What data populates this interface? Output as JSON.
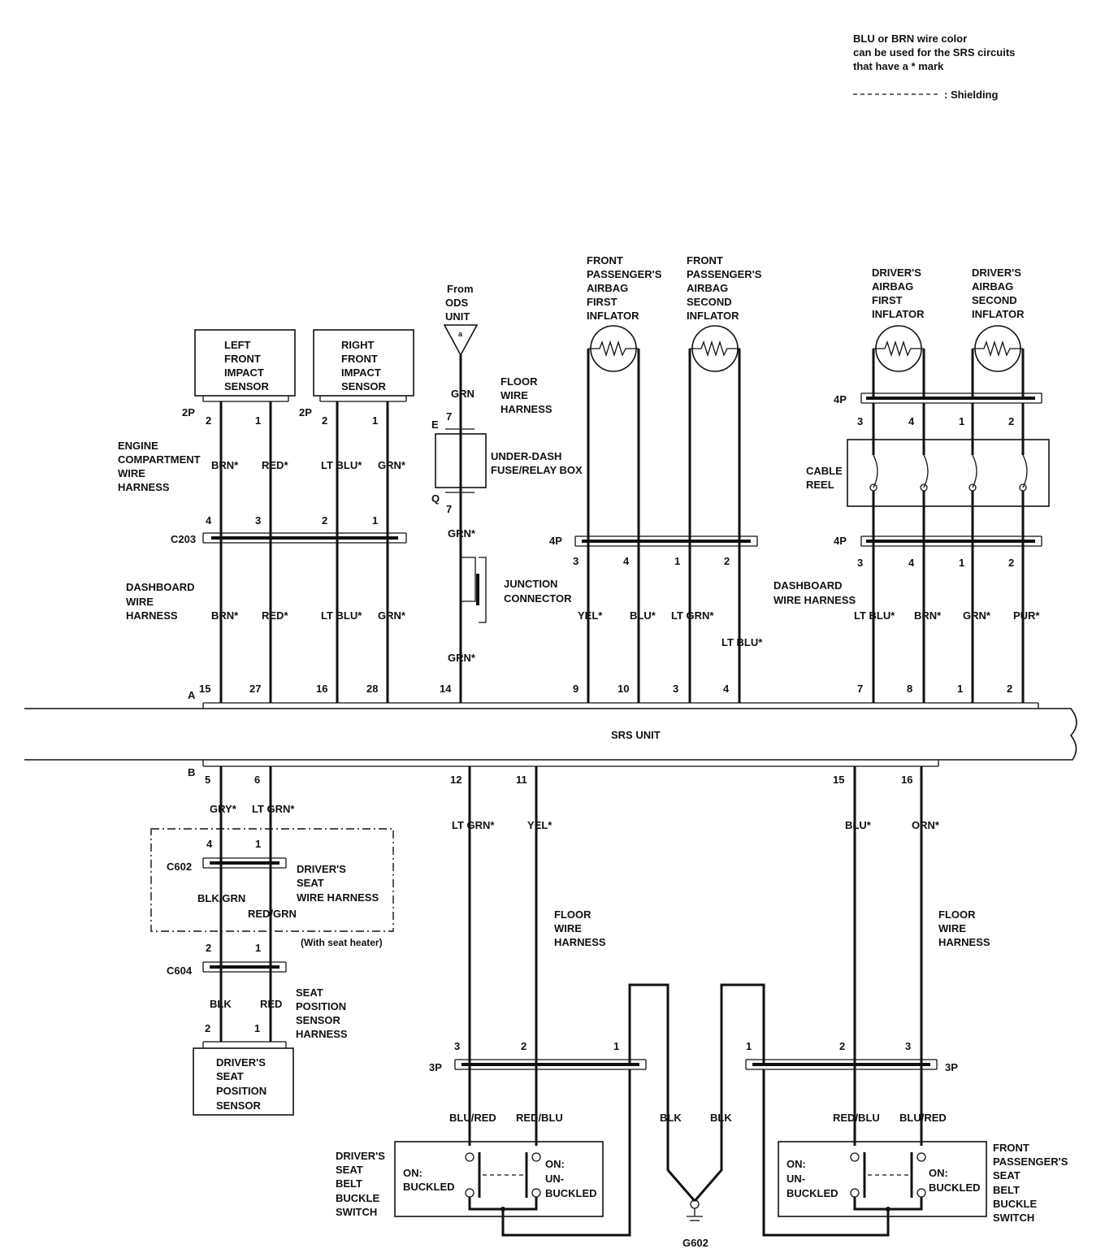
{
  "notes": {
    "line1": "BLU or BRN wire color",
    "line2": "can be used for the SRS circuits",
    "line3": "that have a * mark",
    "shielding": ": Shielding"
  },
  "srs_unit": "SRS UNIT",
  "connector_a": "A",
  "connector_b": "B",
  "left_sensor": [
    "LEFT",
    "FRONT",
    "IMPACT",
    "SENSOR"
  ],
  "right_sensor": [
    "RIGHT",
    "FRONT",
    "IMPACT",
    "SENSOR"
  ],
  "ods": [
    "From",
    "ODS",
    "UNIT"
  ],
  "ods_mark": "a",
  "engine_harness": [
    "ENGINE",
    "COMPARTMENT",
    "WIRE",
    "HARNESS"
  ],
  "dash_harness": [
    "DASHBOARD",
    "WIRE",
    "HARNESS"
  ],
  "floor_harness_top": [
    "FLOOR",
    "WIRE",
    "HARNESS"
  ],
  "underdash": [
    "UNDER-DASH",
    "FUSE/RELAY BOX"
  ],
  "junction": [
    "JUNCTION",
    "CONNECTOR"
  ],
  "fp_first": [
    "FRONT",
    "PASSENGER'S",
    "AIRBAG",
    "FIRST",
    "INFLATOR"
  ],
  "fp_second": [
    "FRONT",
    "PASSENGER'S",
    "AIRBAG",
    "SECOND",
    "INFLATOR"
  ],
  "dr_first": [
    "DRIVER'S",
    "AIRBAG",
    "FIRST",
    "INFLATOR"
  ],
  "dr_second": [
    "DRIVER'S",
    "AIRBAG",
    "SECOND",
    "INFLATOR"
  ],
  "cable_reel": [
    "CABLE",
    "REEL"
  ],
  "dash_harness_right": [
    "DASHBOARD",
    "WIRE HARNESS"
  ],
  "drv_seat_harness": [
    "DRIVER'S",
    "SEAT",
    "WIRE HARNESS"
  ],
  "with_heater": "(With seat heater)",
  "seat_pos_harness": [
    "SEAT",
    "POSITION",
    "SENSOR",
    "HARNESS"
  ],
  "seat_pos_sensor": [
    "DRIVER'S",
    "SEAT",
    "POSITION",
    "SENSOR"
  ],
  "floor_harness_mid": [
    "FLOOR",
    "WIRE",
    "HARNESS"
  ],
  "floor_harness_right": [
    "FLOOR",
    "WIRE",
    "HARNESS"
  ],
  "drv_buckle": [
    "DRIVER'S",
    "SEAT",
    "BELT",
    "BUCKLE",
    "SWITCH"
  ],
  "fp_buckle": [
    "FRONT",
    "PASSENGER'S",
    "SEAT",
    "BELT",
    "BUCKLE",
    "SWITCH"
  ],
  "on_buckled": [
    "ON:",
    "BUCKLED"
  ],
  "on_unbuckled": [
    "ON:",
    "UN-",
    "BUCKLED"
  ],
  "ground": "G602",
  "connectors": {
    "p2_left": "2P",
    "p2_right": "2P",
    "c203": "C203",
    "c602": "C602",
    "c604": "C604",
    "p4_fp": "4P",
    "p4_top": "4P",
    "p4_mid": "4P",
    "p3_left": "3P",
    "p3_right": "3P",
    "e": "E",
    "q": "Q"
  },
  "pins": {
    "ls_2": "2",
    "ls_1": "1",
    "rs_2": "2",
    "rs_1": "1",
    "c203_4": "4",
    "c203_3": "3",
    "c203_2": "2",
    "c203_1": "1",
    "e_7": "7",
    "q_7": "7",
    "a_15": "15",
    "a_27": "27",
    "a_16": "16",
    "a_28": "28",
    "a_14": "14",
    "a_9": "9",
    "a_10": "10",
    "a_3": "3",
    "a_4": "4",
    "a_7": "7",
    "a_8": "8",
    "a_1": "1",
    "a_2": "2",
    "fp_3": "3",
    "fp_4": "4",
    "fp_1": "1",
    "fp_2": "2",
    "dt_3": "3",
    "dt_4": "4",
    "dt_1": "1",
    "dt_2": "2",
    "dm_3": "3",
    "dm_4": "4",
    "dm_1": "1",
    "dm_2": "2",
    "b_5": "5",
    "b_6": "6",
    "b_12": "12",
    "b_11": "11",
    "b_15": "15",
    "b_16": "16",
    "c602_4": "4",
    "c602_1": "1",
    "c604_2": "2",
    "c604_1": "1",
    "sp_2": "2",
    "sp_1": "1",
    "l3_3": "3",
    "l3_2": "2",
    "l3_1": "1",
    "r3_1": "1",
    "r3_2": "2",
    "r3_3": "3"
  },
  "wires": {
    "brn_top": "BRN*",
    "red_top": "RED*",
    "ltblu_top": "LT BLU*",
    "grn_top": "GRN*",
    "brn_dash": "BRN*",
    "red_dash": "RED*",
    "ltblu_dash": "LT BLU*",
    "grn_dash": "GRN*",
    "ods_grn": "GRN",
    "ods_grn2": "GRN*",
    "ods_grn3": "GRN*",
    "fp_yel": "YEL*",
    "fp_blu": "BLU*",
    "fp_ltgrn": "LT GRN*",
    "fp_ltblu": "LT BLU*",
    "dr_ltblu": "LT BLU*",
    "dr_brn": "BRN*",
    "dr_grn": "GRN*",
    "dr_pur": "PUR*",
    "gry": "GRY*",
    "ltgrn_b": "LT GRN*",
    "blkgrn": "BLK/GRN",
    "redgrn": "RED/GRN",
    "blk": "BLK",
    "red": "RED",
    "ltgrn_12": "LT GRN*",
    "yel_11": "YEL*",
    "blu_15": "BLU*",
    "orn_16": "ORN*",
    "blured_l": "BLU/RED",
    "redblu_l": "RED/BLU",
    "blk_l": "BLK",
    "blk_r": "BLK",
    "redblu_r": "RED/BLU",
    "blured_r": "BLU/RED"
  }
}
